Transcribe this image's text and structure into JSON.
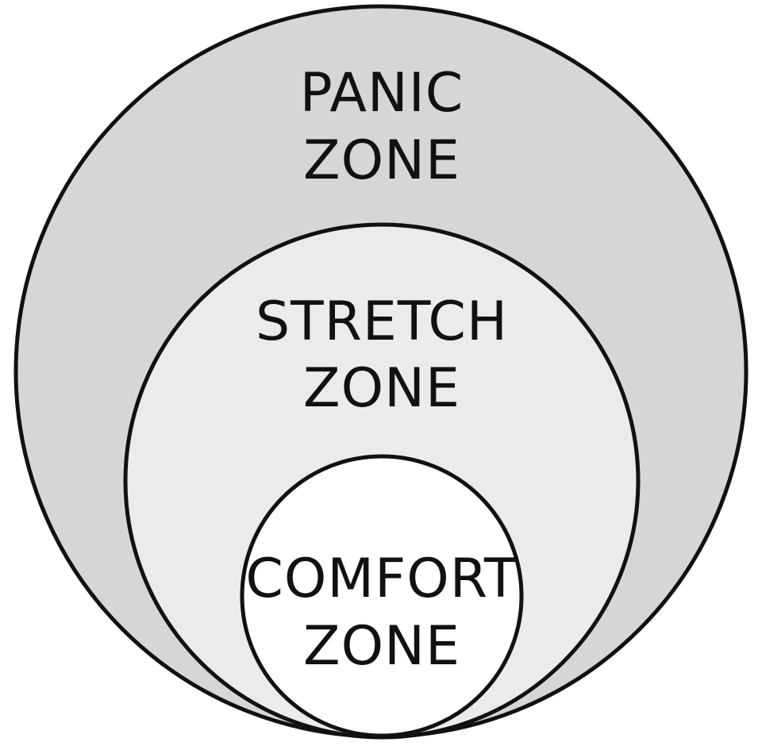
{
  "zones": {
    "panic": {
      "line1": "PANIC",
      "line2": "ZONE",
      "fill": "#d6d6d6"
    },
    "stretch": {
      "line1": "STRETCH",
      "line2": "ZONE",
      "fill": "#ebebeb"
    },
    "comfort": {
      "line1": "COMFORT",
      "line2": "ZONE",
      "fill": "#ffffff"
    }
  },
  "colors": {
    "outline": "#111111",
    "text": "#111111",
    "background": "#ffffff"
  }
}
